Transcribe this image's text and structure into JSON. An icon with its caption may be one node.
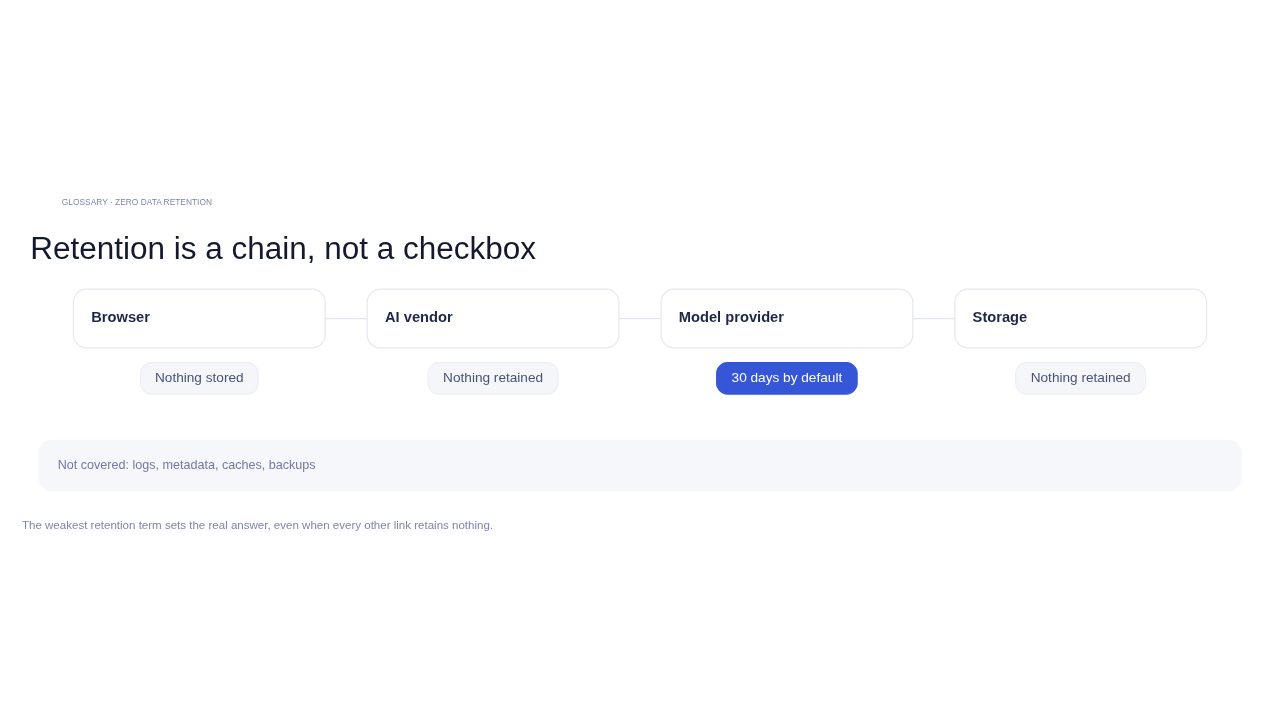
{
  "diagram": {
    "title": "Retention is a chain, not a checkbox",
    "caption": "The weakest retention term sets the real answer, even when every other link retains nothing.",
    "nodes": [
      {
        "text": [
          "Browser"
        ],
        "beside": [
          "Nothing stored"
        ]
      },
      {
        "text": [
          "AI vendor"
        ],
        "beside": [
          "Nothing retained"
        ]
      },
      {
        "text": [
          "Model provider"
        ],
        "beside": [
          "30 days by default"
        ]
      },
      {
        "text": [
          "Storage"
        ],
        "beside": [
          "Nothing retained"
        ]
      },
      {
        "text": [
          "Not covered: logs, metadata, caches, backups"
        ]
      }
    ],
    "edges": [
      {
        "from": 0,
        "to": 1,
        "arrow": "none"
      },
      {
        "from": 1,
        "to": 2,
        "arrow": "none"
      },
      {
        "from": 2,
        "to": 3,
        "arrow": "none"
      }
    ],
    "labels": [
      "GLOSSARY · ZERO DATA RETENTION"
    ]
  }
}
